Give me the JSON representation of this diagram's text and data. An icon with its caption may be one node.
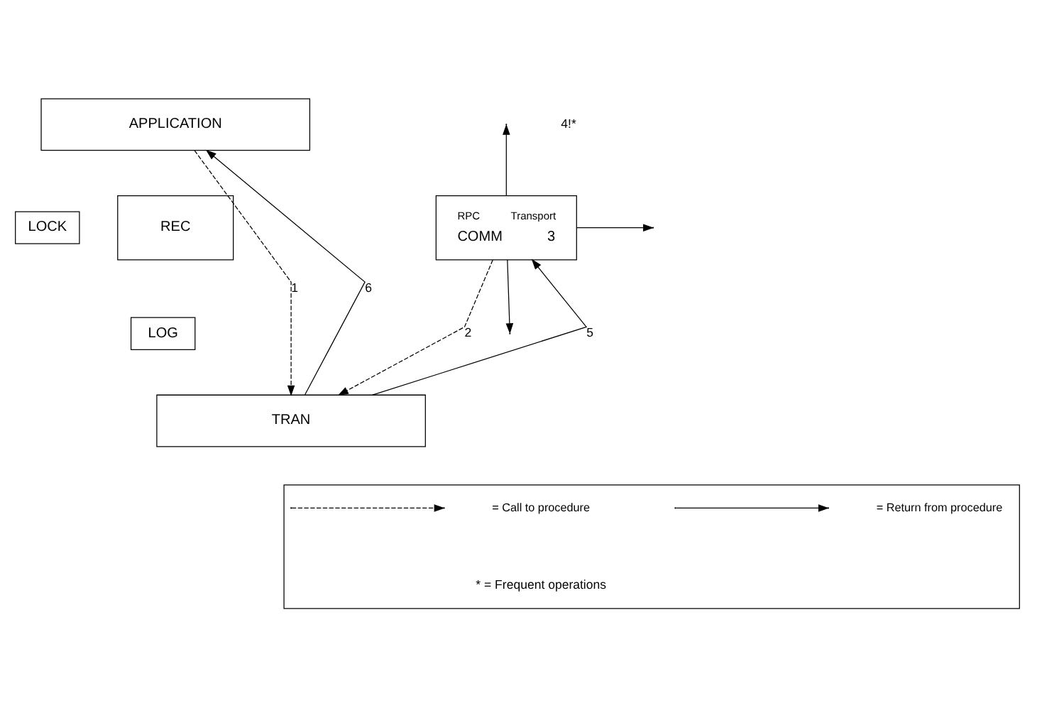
{
  "diagram": {
    "nodes": [
      {
        "text": [
          "APPLICATION"
        ]
      },
      {
        "text": [
          "LOCK"
        ]
      },
      {
        "text": [
          "REC"
        ]
      },
      {
        "text": [
          "RPC",
          "Transport",
          "COMM",
          "3"
        ]
      },
      {
        "text": [
          "LOG"
        ]
      },
      {
        "text": [
          "TRAN"
        ]
      },
      {
        "text": [],
        "shape": "box"
      }
    ],
    "edges": [
      {
        "from": 0,
        "to": 5,
        "arrow": "to",
        "label": "1",
        "style": "dashed"
      },
      {
        "from": 5,
        "to": 0,
        "arrow": "to",
        "label": "6"
      },
      {
        "from": 3,
        "to": 5,
        "arrow": "to",
        "label": "2",
        "style": "dashed"
      },
      {
        "from": 5,
        "to": 3,
        "arrow": "to",
        "label": "5"
      },
      {
        "from": 3,
        "to": null,
        "arrow": "to"
      },
      {
        "from": 3,
        "to": null,
        "arrow": "to"
      },
      {
        "from": 3,
        "to": null,
        "arrow": "to"
      }
    ],
    "labels": [
      "4!*",
      "* = Frequent operations"
    ],
    "legend": [
      {
        "text": "= Call to procedure"
      },
      {
        "text": "= Return from procedure"
      }
    ]
  }
}
